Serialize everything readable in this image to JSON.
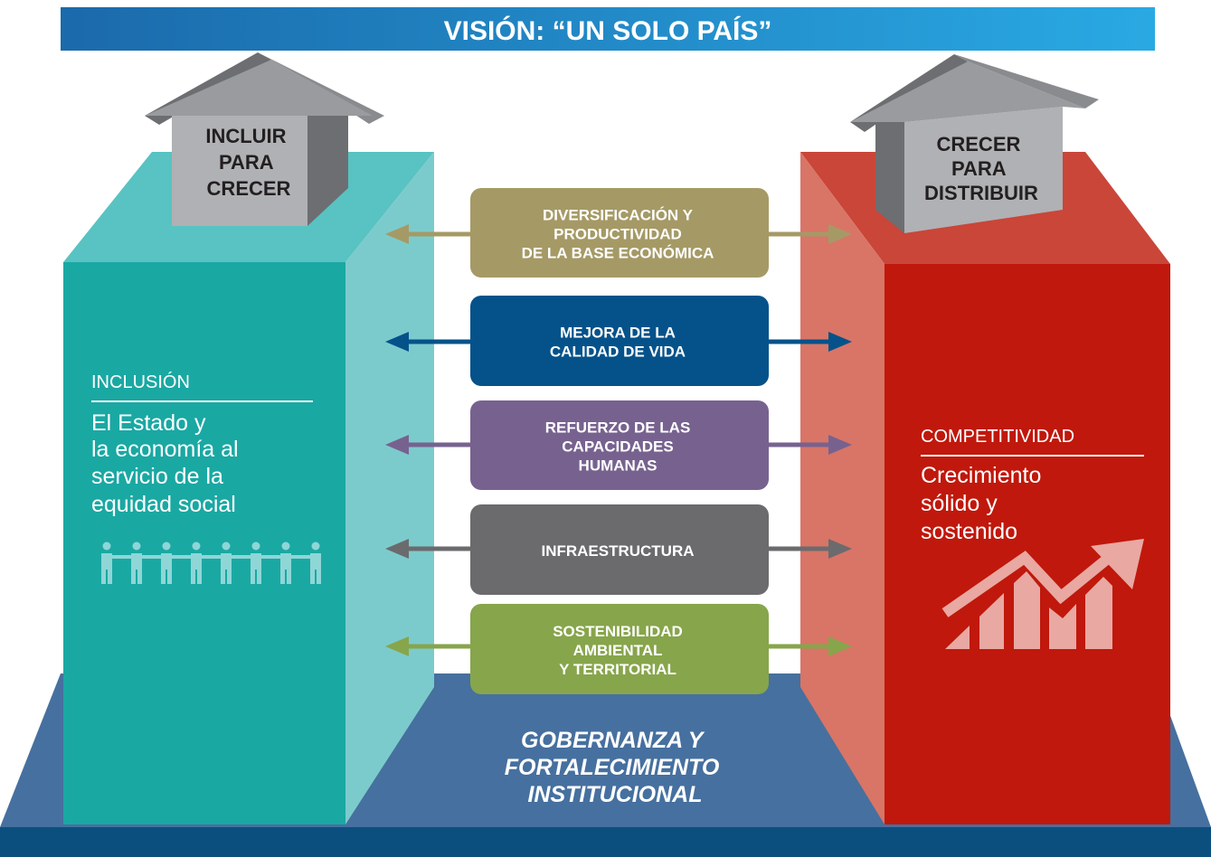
{
  "header": {
    "title": "VISIÓN: “UN SOLO PAÍS”"
  },
  "houses": {
    "left": {
      "lines": [
        "INCLUIR",
        "PARA",
        "CRECER"
      ]
    },
    "right": {
      "lines": [
        "CRECER",
        "PARA",
        "DISTRIBUIR"
      ]
    }
  },
  "pillars": {
    "left": {
      "heading": "INCLUSIÓN",
      "lines": [
        "El Estado y",
        "la economía al",
        "servicio de la",
        "equidad social"
      ],
      "icon": "people-holding-hands-icon",
      "color": "#1aa8a3"
    },
    "right": {
      "heading": "COMPETITIVIDAD",
      "lines": [
        "Crecimiento",
        "sólido y",
        "sostenido"
      ],
      "icon": "growth-chart-icon",
      "color": "#c0180c"
    }
  },
  "axes": [
    {
      "lines": [
        "DIVERSIFICACIÓN Y",
        "PRODUCTIVIDAD",
        "DE LA BASE ECONÓMICA"
      ],
      "color": "#a59a66"
    },
    {
      "lines": [
        "MEJORA DE LA",
        "CALIDAD DE VIDA"
      ],
      "color": "#05528a"
    },
    {
      "lines": [
        "REFUERZO DE LAS",
        "CAPACIDADES",
        "HUMANAS"
      ],
      "color": "#77628f"
    },
    {
      "lines": [
        "INFRAESTRUCTURA"
      ],
      "color": "#6b6b6e"
    },
    {
      "lines": [
        "SOSTENIBILIDAD",
        "AMBIENTAL",
        "Y TERRITORIAL"
      ],
      "color": "#87a54b"
    }
  ],
  "base": {
    "lines": [
      "GOBERNANZA Y",
      "FORTALECIMIENTO",
      "INSTITUCIONAL"
    ],
    "color": "#46709f"
  }
}
